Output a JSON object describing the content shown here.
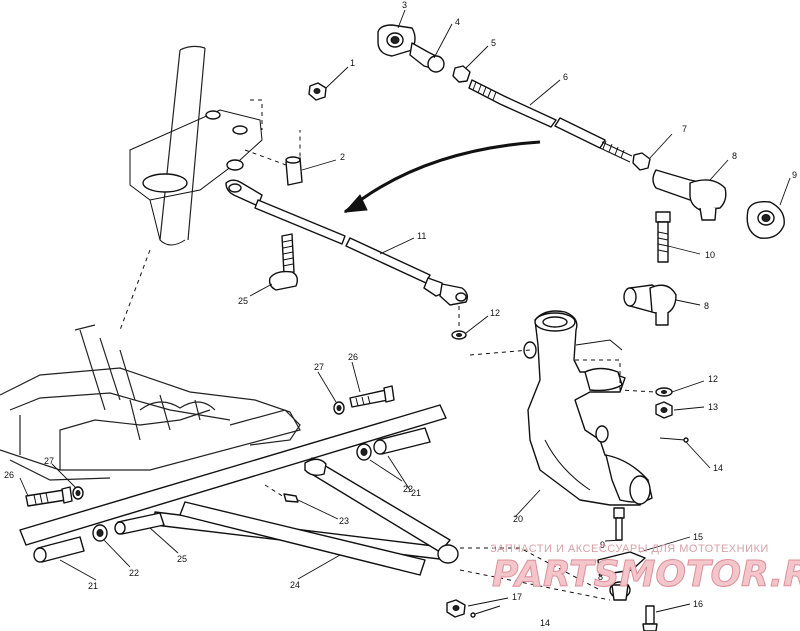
{
  "callouts": {
    "c1": "1",
    "c2": "2",
    "c3": "3",
    "c4": "4",
    "c5": "5",
    "c6": "6",
    "c7": "7",
    "c8": "8",
    "c8b": "8",
    "c9": "9",
    "c10": "10",
    "c11": "11",
    "c12a": "12",
    "c12b": "12",
    "c13": "13",
    "c14a": "14",
    "c14b": "14",
    "c15": "15",
    "c16": "16",
    "c17": "17",
    "c18": "8",
    "c19": "9",
    "c20": "20",
    "c21a": "21",
    "c21b": "21",
    "c22a": "22",
    "c22b": "22",
    "c23": "23",
    "c24": "24",
    "c25a": "25",
    "c25b": "25",
    "c26a": "26",
    "c26b": "26",
    "c27a": "27",
    "c27b": "27"
  },
  "watermark": {
    "caption": "ЗАПЧАСТИ И АКСЕССУАРЫ ДЛЯ МОТОТЕХНИКИ",
    "logo": "PARTSMOTOR.RU"
  }
}
